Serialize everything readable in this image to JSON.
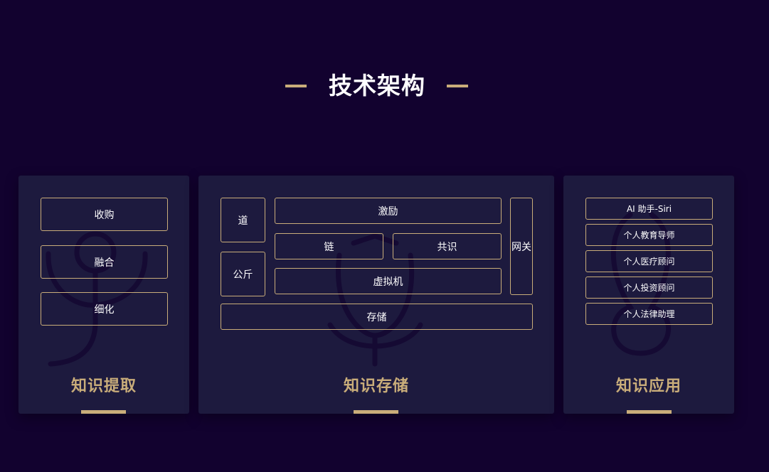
{
  "header": {
    "title": "技术架构"
  },
  "panels": {
    "extraction": {
      "label": "知识提取",
      "items": [
        "收购",
        "融合",
        "细化"
      ]
    },
    "storage": {
      "label": "知识存储",
      "dao": "道",
      "hall": "公斤",
      "incentive": "激励",
      "chain": "链",
      "consensus": "共识",
      "vm": "虚拟机",
      "gateway": "网关",
      "store": "存储"
    },
    "application": {
      "label": "知识应用",
      "items": [
        "AI 助手-Siri",
        "个人教育导师",
        "个人医疗顾问",
        "个人投资顾问",
        "个人法律助理"
      ]
    }
  },
  "colors": {
    "background": "#12022f",
    "panel": "#1d1a3e",
    "accent": "#c9ad7a",
    "watermark": "#150a33"
  }
}
